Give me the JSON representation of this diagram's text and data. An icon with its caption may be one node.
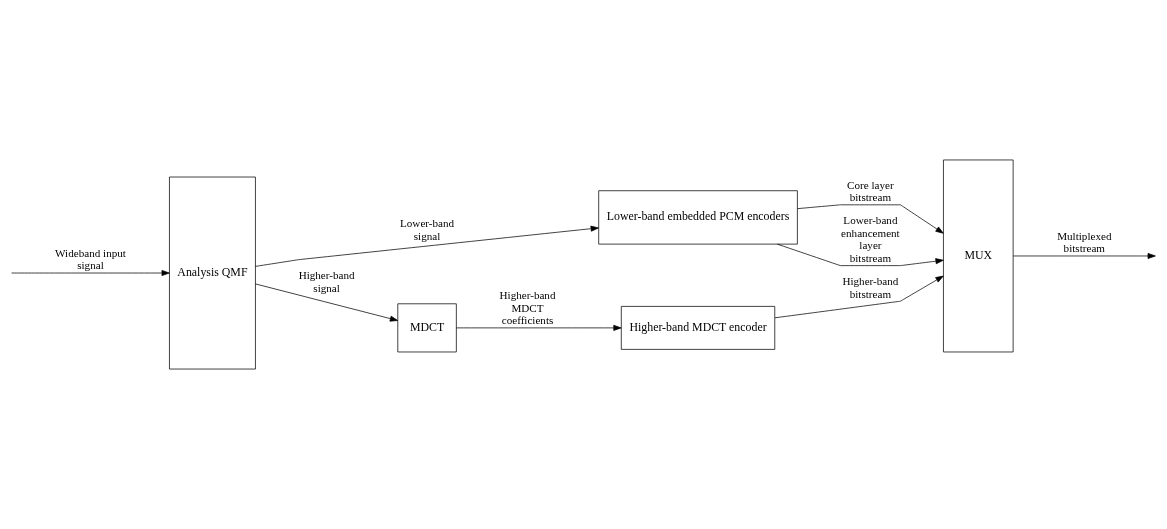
{
  "diagram": {
    "nodes": [
      {
        "text": [
          "Analysis QMF"
        ]
      },
      {
        "text": [
          "Lower-band embedded PCM encoders"
        ]
      },
      {
        "text": [
          "MUX"
        ]
      },
      {
        "text": [
          "MDCT"
        ]
      },
      {
        "text": [
          "Higher-band MDCT encoder"
        ]
      }
    ],
    "edges": [
      {
        "from": null,
        "to": 0,
        "arrow": "to",
        "label": "Wideband input signal"
      },
      {
        "from": 0,
        "to": 1,
        "arrow": "to",
        "label": "Lower-band signal"
      },
      {
        "from": 1,
        "to": 2,
        "arrow": "to",
        "label": "Core layer bitstream"
      },
      {
        "from": 1,
        "to": 2,
        "arrow": "to",
        "label": "Lower-band enhancement layer bitstream"
      },
      {
        "from": 0,
        "to": 3,
        "arrow": "to",
        "label": "Higher-band signal"
      },
      {
        "from": 3,
        "to": 4,
        "arrow": "to",
        "label": "Higher-band MDCT coefficients"
      },
      {
        "from": 4,
        "to": 2,
        "arrow": "to",
        "label": "Higher-band bitstream"
      },
      {
        "from": 2,
        "to": null,
        "arrow": "to",
        "label": "Multiplexed bitstream"
      }
    ]
  }
}
